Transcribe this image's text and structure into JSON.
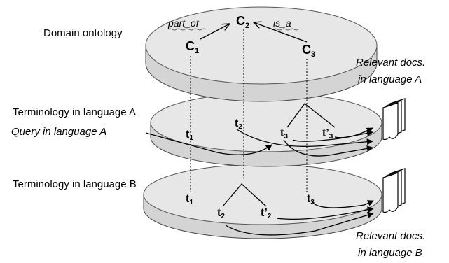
{
  "layers": {
    "domain": {
      "label": "Domain ontology"
    },
    "lang_a": {
      "label": "Terminology in language A"
    },
    "lang_b": {
      "label": "Terminology in language B"
    }
  },
  "query": {
    "label": "Query in language A"
  },
  "concepts": {
    "c1": {
      "base": "C",
      "sub": "1"
    },
    "c2": {
      "base": "C",
      "sub": "2"
    },
    "c3": {
      "base": "C",
      "sub": "3"
    }
  },
  "relations": {
    "part_of": "part_of",
    "is_a": "is_a"
  },
  "terms_a": {
    "t1": {
      "base": "t",
      "sub": "1"
    },
    "t2": {
      "base": "t",
      "sub": "2"
    },
    "t3": {
      "base": "t",
      "sub": "3"
    },
    "t3p": {
      "base": "t’",
      "sub": "3"
    }
  },
  "terms_b": {
    "t1": {
      "base": "t",
      "sub": "1"
    },
    "t2": {
      "base": "t",
      "sub": "2"
    },
    "t2p": {
      "base": "t’",
      "sub": "2"
    },
    "t3": {
      "base": "t",
      "sub": "3"
    }
  },
  "docs_a": {
    "line1": "Relevant docs.",
    "line2": "in language A"
  },
  "docs_b": {
    "line1": "Relevant docs.",
    "line2": "in language B"
  },
  "colors": {
    "disk_top": "#e7e7e7",
    "disk_side": "#d4d4d4"
  }
}
